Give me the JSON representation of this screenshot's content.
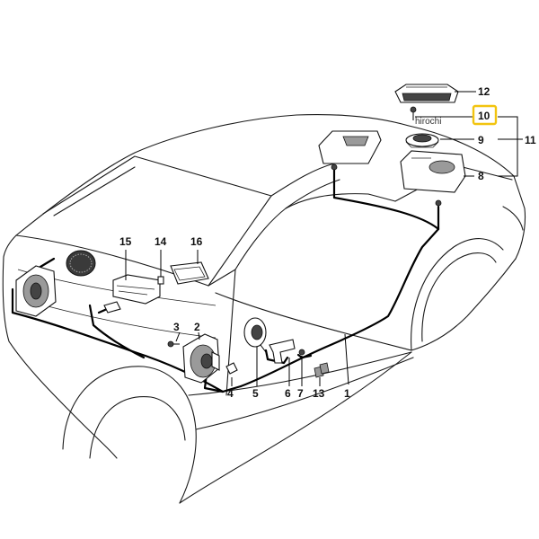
{
  "watermark": "hirochi",
  "highlight_color": "#f2c40f",
  "callouts": [
    {
      "id": "c1",
      "text": "1"
    },
    {
      "id": "c2",
      "text": "2"
    },
    {
      "id": "c3",
      "text": "3"
    },
    {
      "id": "c4",
      "text": "4"
    },
    {
      "id": "c5",
      "text": "5"
    },
    {
      "id": "c6",
      "text": "6"
    },
    {
      "id": "c7",
      "text": "7"
    },
    {
      "id": "c8",
      "text": "8"
    },
    {
      "id": "c9",
      "text": "9"
    },
    {
      "id": "c10",
      "text": "10",
      "highlighted": true
    },
    {
      "id": "c11",
      "text": "11"
    },
    {
      "id": "c12",
      "text": "12"
    },
    {
      "id": "c13",
      "text": "13"
    },
    {
      "id": "c14",
      "text": "14"
    },
    {
      "id": "c15",
      "text": "15"
    },
    {
      "id": "c16",
      "text": "16"
    }
  ]
}
